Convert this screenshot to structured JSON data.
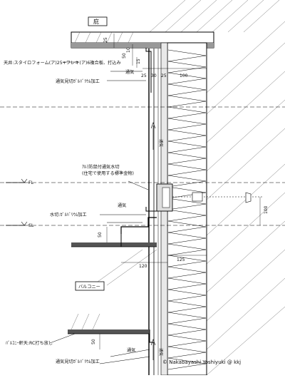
{
  "labels": {
    "eave": "庇",
    "balcony": "バルコニー",
    "fl": "FL",
    "sl": "SL",
    "ceiling_note": "天井:スタイロフォーム(ア)25+フレキ(ア)6複合板、打込み",
    "vent_label_top": "通気",
    "vent_cut_top": "通気見切ｶﾞﾙﾊﾞﾘｳﾑ加工",
    "al_cut_note_1": "ｱﾙﾐ防鼠付通気水切",
    "al_cut_note_2": "(住宅で使用する標準金物)",
    "vent_mid": "通気",
    "water_cut": "水切:ｶﾞﾙﾊﾞﾘｳﾑ加工",
    "balcony_soffit": "ﾊﾞﾙｺﾆｰ軒天:RC打ち放し",
    "vent_bottom": "通気",
    "vent_cut_bottom": "通気見切ｶﾞﾙﾊﾞﾘｳﾑ加工",
    "vent_arrow_1": "通気",
    "vent_arrow_2": "通気",
    "copyright": "© Nakabayashi Yoshiyuki @ kkj"
  },
  "dims": {
    "d25a": "25",
    "d50a": "50",
    "d10": "10",
    "d15": "15",
    "d25b": "25",
    "d30": "30",
    "d25c": "25",
    "d100a": "100",
    "d100b": "100",
    "d50b": "50",
    "d120": "120",
    "d125": "125",
    "d50c": "50"
  }
}
